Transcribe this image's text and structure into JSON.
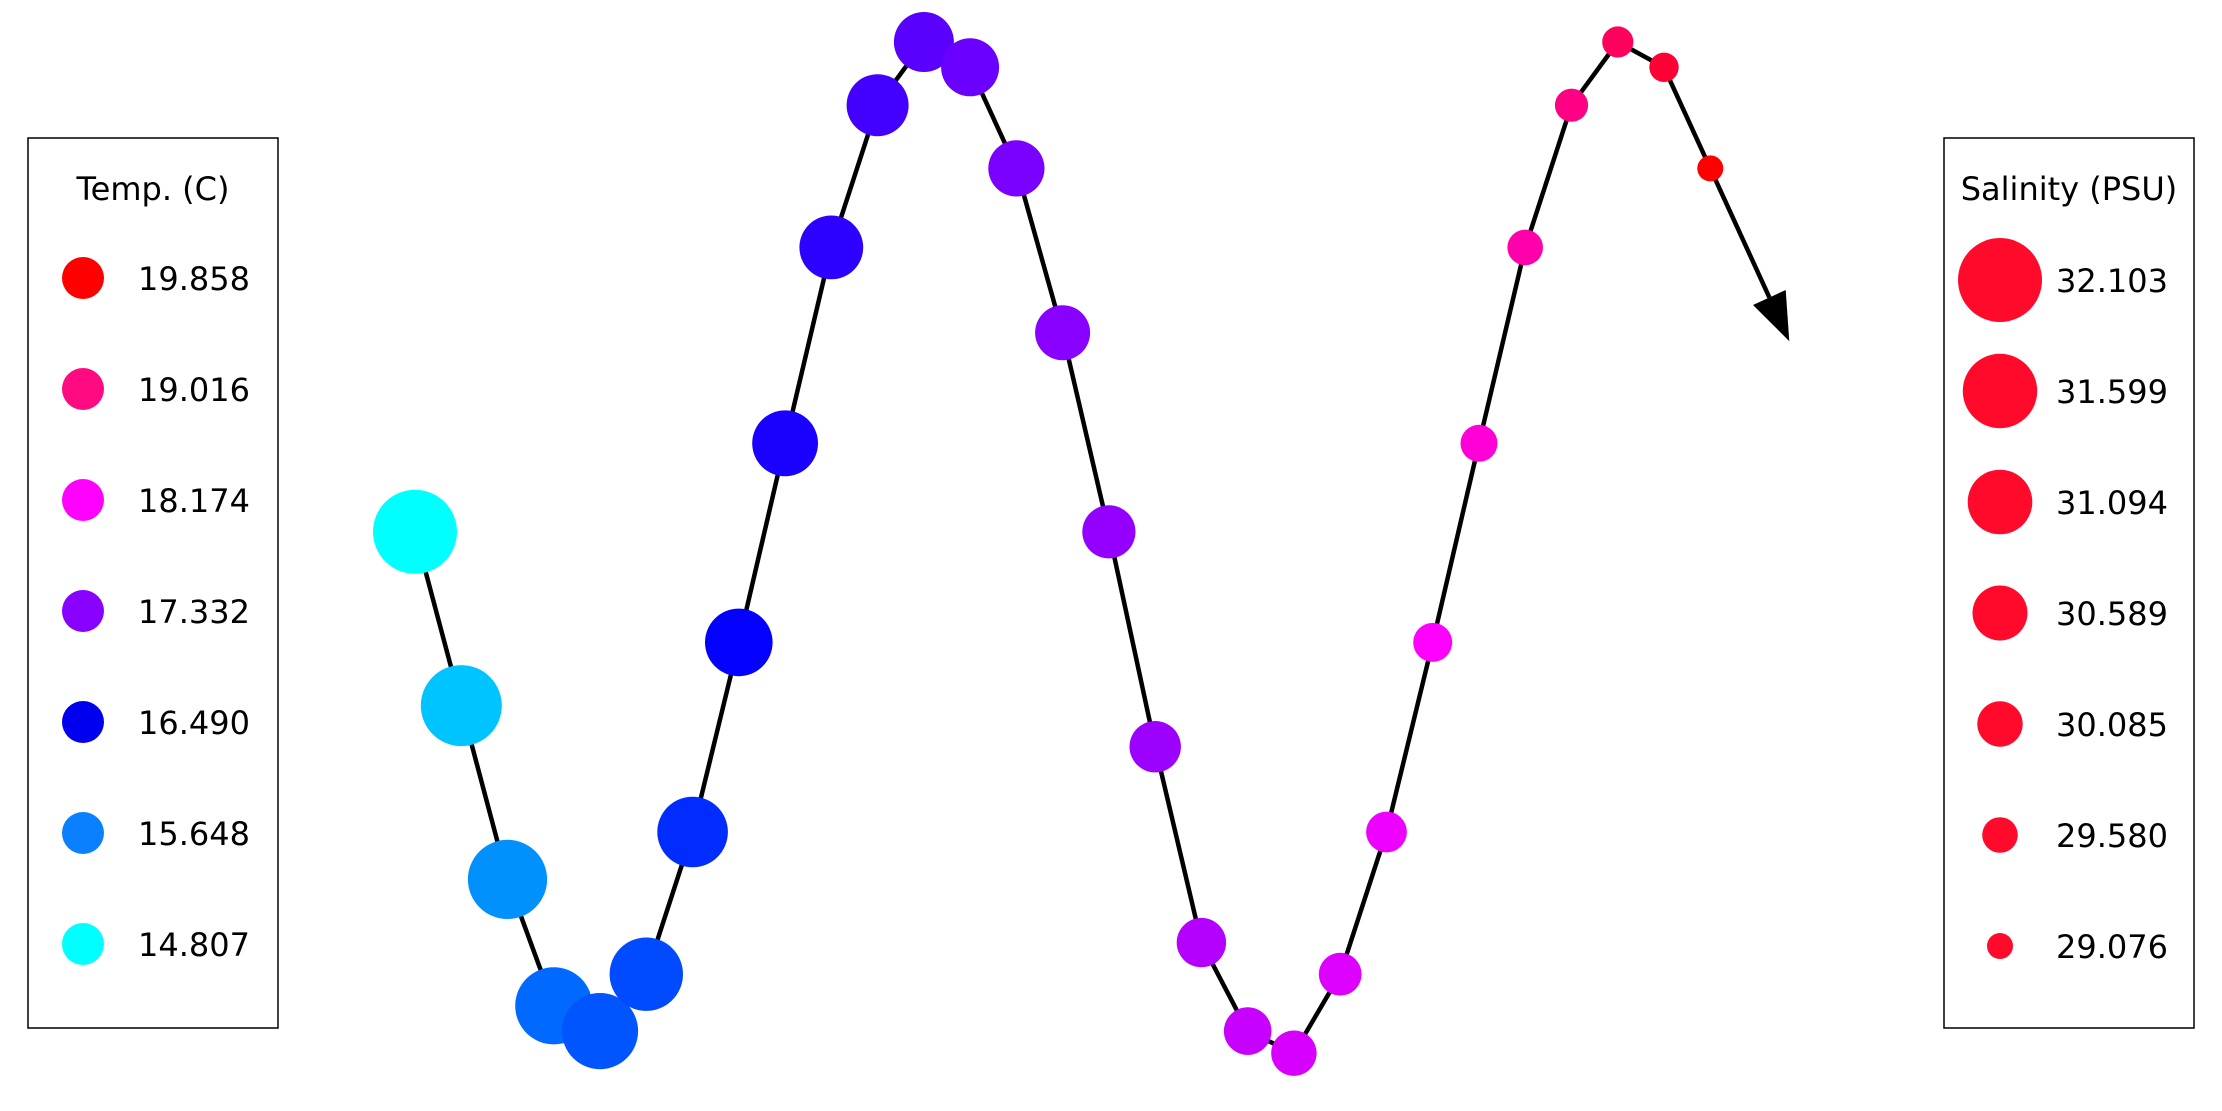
{
  "chart_data": {
    "type": "scatter",
    "title": "",
    "xlabel": "",
    "ylabel": "",
    "axes_visible": false,
    "connecting_line": {
      "color": "#000000",
      "ends_with_arrow": true
    },
    "marker_color_encodes": "temperature",
    "marker_size_encodes": "salinity",
    "temperature_range": [
      14.807,
      19.858
    ],
    "salinity_range": [
      29.076,
      32.103
    ],
    "color_scale": [
      "#00ffff",
      "#0000ff",
      "#8800ff",
      "#ff00ff",
      "#ff0000"
    ],
    "x": [
      0,
      0.2,
      0.4,
      0.6,
      0.8,
      1.0,
      1.2,
      1.4,
      1.6,
      1.8,
      2.0,
      2.2,
      2.4,
      2.6,
      2.8,
      3.0,
      3.2,
      3.4,
      3.6,
      3.8,
      4.0,
      4.2,
      4.4,
      4.6,
      4.8,
      5.0,
      5.2,
      5.4,
      5.6,
      5.8
    ],
    "y": [
      0.2,
      -0.35,
      -0.9,
      -1.3,
      -1.38,
      -1.2,
      -0.75,
      -0.15,
      0.48,
      1.1,
      1.55,
      1.75,
      1.67,
      1.35,
      0.83,
      0.2,
      -0.48,
      -1.1,
      -1.38,
      -1.45,
      -1.2,
      -0.75,
      -0.15,
      0.48,
      1.1,
      1.55,
      1.75,
      1.67,
      1.35,
      null
    ],
    "temperature": [
      14.807,
      15.1,
      15.35,
      15.55,
      15.65,
      15.7,
      15.85,
      16.1,
      16.3,
      16.49,
      16.7,
      16.9,
      17.05,
      17.2,
      17.33,
      17.45,
      17.55,
      17.8,
      18.0,
      18.174,
      18.25,
      18.4,
      18.6,
      18.8,
      19.016,
      19.2,
      19.4,
      19.6,
      19.858
    ],
    "salinity": [
      32.103,
      31.95,
      31.85,
      31.75,
      31.7,
      31.55,
      31.4,
      31.25,
      31.15,
      31.05,
      30.95,
      30.85,
      30.75,
      30.65,
      30.589,
      30.5,
      30.4,
      30.3,
      30.2,
      30.085,
      29.95,
      29.85,
      29.75,
      29.65,
      29.58,
      29.45,
      29.35,
      29.25,
      29.076
    ],
    "legends": {
      "temperature": {
        "title": "Temp. (C)",
        "entries": [
          {
            "label": "19.858",
            "color": "#ff0000"
          },
          {
            "label": "19.016",
            "color": "#ff0a80"
          },
          {
            "label": "18.174",
            "color": "#ff00ff"
          },
          {
            "label": "17.332",
            "color": "#8800ff"
          },
          {
            "label": "16.490",
            "color": "#0000ee"
          },
          {
            "label": "15.648",
            "color": "#0a80ff"
          },
          {
            "label": "14.807",
            "color": "#00ffff"
          }
        ]
      },
      "salinity": {
        "title": "Salinity (PSU)",
        "marker_color": "#ff0a2a",
        "entries": [
          {
            "label": "32.103",
            "value": 32.103
          },
          {
            "label": "31.599",
            "value": 31.599
          },
          {
            "label": "31.094",
            "value": 31.094
          },
          {
            "label": "30.589",
            "value": 30.589
          },
          {
            "label": "30.085",
            "value": 30.085
          },
          {
            "label": "29.580",
            "value": 29.58
          },
          {
            "label": "29.076",
            "value": 29.076
          }
        ]
      }
    }
  }
}
